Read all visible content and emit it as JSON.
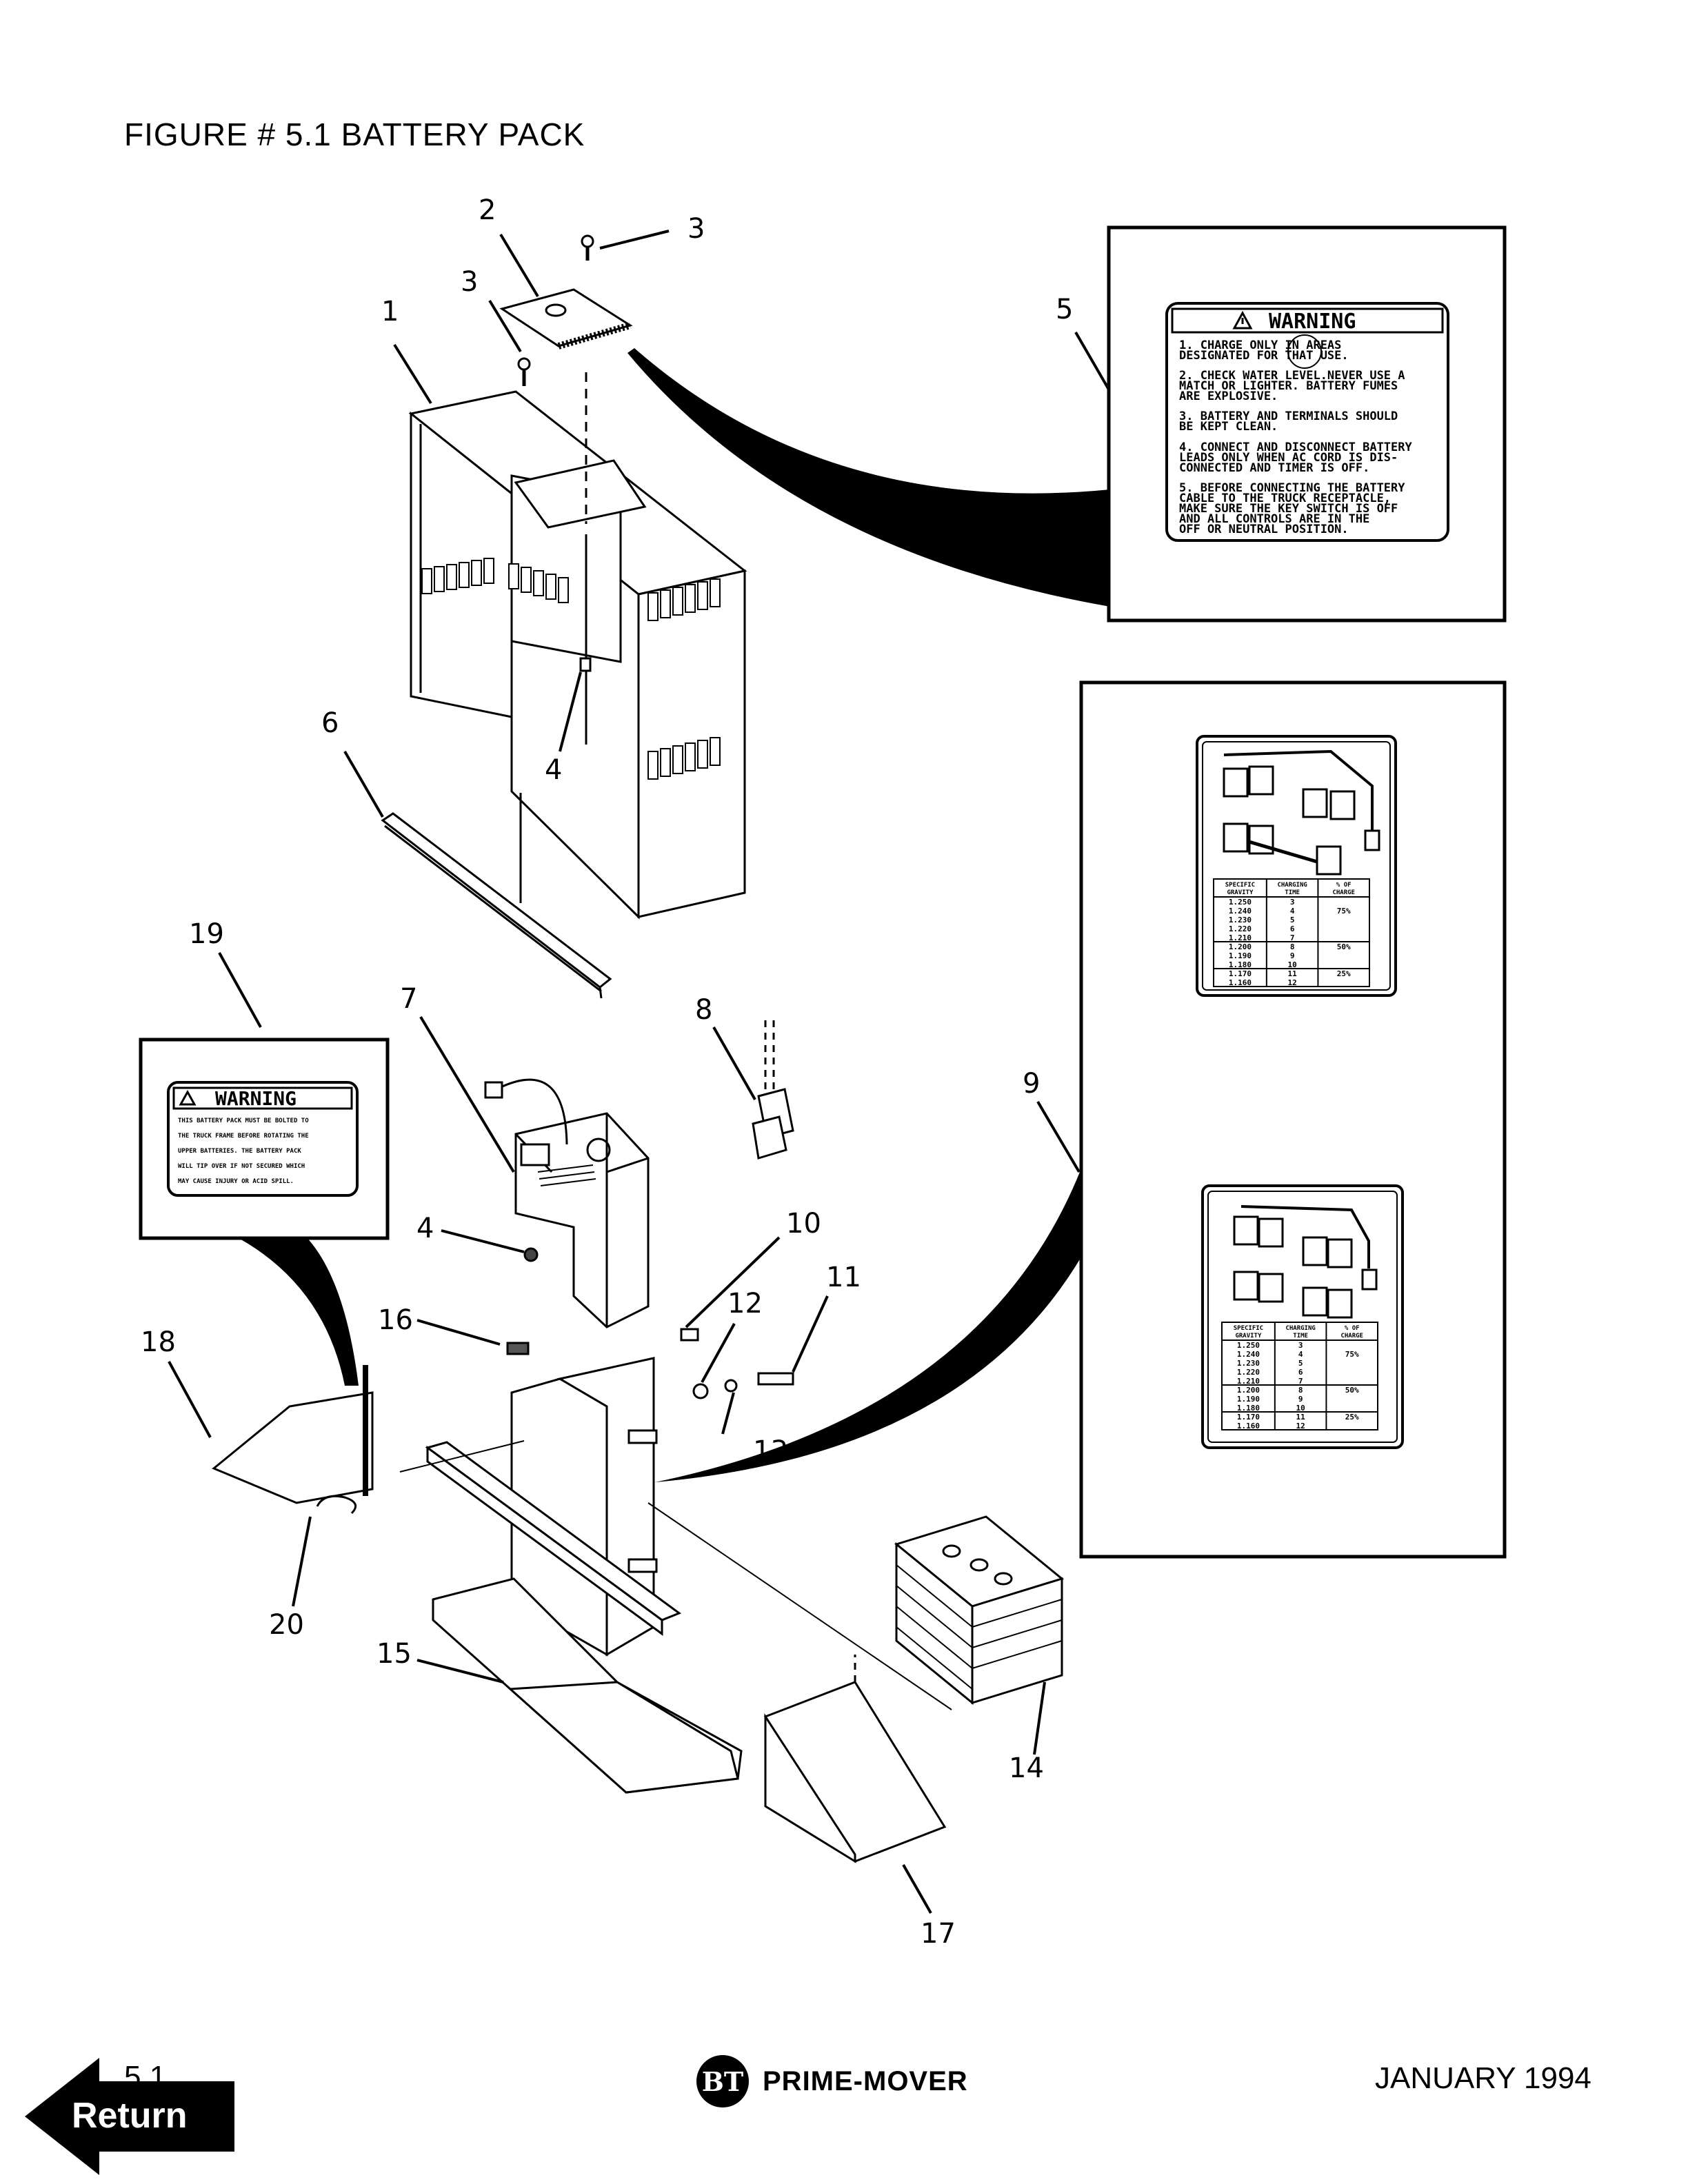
{
  "title": "FIGURE # 5.1  BATTERY PACK",
  "callouts": [
    "1",
    "2",
    "3",
    "3",
    "4",
    "4",
    "5",
    "6",
    "7",
    "8",
    "9",
    "10",
    "11",
    "12",
    "13",
    "14",
    "15",
    "16",
    "17",
    "18",
    "19",
    "20"
  ],
  "warning_main": {
    "heading": "WARNING",
    "lines": [
      "1. CHARGE ONLY       IN AREAS",
      "DESIGNATED FOR      THAT USE.",
      "2. CHECK WATER LEVEL.NEVER USE A",
      "MATCH OR LIGHTER. BATTERY FUMES",
      "ARE EXPLOSIVE.",
      "3. BATTERY AND TERMINALS SHOULD",
      "BE KEPT CLEAN.",
      "4. CONNECT AND DISCONNECT BATTERY",
      "LEADS ONLY WHEN AC CORD IS DIS-",
      "CONNECTED AND TIMER IS OFF.",
      "5. BEFORE CONNECTING THE BATTERY",
      "CABLE TO THE TRUCK RECEPTACLE,",
      "MAKE SURE THE KEY SWITCH IS OFF",
      "AND ALL CONTROLS ARE IN THE",
      "OFF OR NEUTRAL POSITION."
    ]
  },
  "warning_small": {
    "heading": "WARNING",
    "lines": [
      "THIS BATTERY PACK MUST BE BOLTED TO",
      "THE TRUCK FRAME BEFORE ROTATING THE",
      "UPPER BATTERIES.  THE BATTERY PACK",
      "WILL TIP OVER IF NOT SECURED WHICH",
      "MAY CAUSE INJURY OR ACID SPILL."
    ]
  },
  "charge_table": {
    "headers": [
      "SPECIFIC GRAVITY",
      "CHARGING TIME",
      "% OF CHARGE"
    ],
    "rows": [
      [
        "1.250",
        "3",
        ""
      ],
      [
        "1.240",
        "4",
        "75%"
      ],
      [
        "1.230",
        "5",
        ""
      ],
      [
        "1.220",
        "6",
        ""
      ],
      [
        "1.210",
        "7",
        ""
      ],
      [
        "1.200",
        "8",
        "50%"
      ],
      [
        "1.190",
        "9",
        ""
      ],
      [
        "1.180",
        "10",
        ""
      ],
      [
        "1.170",
        "11",
        "25%"
      ],
      [
        "1.160",
        "12",
        ""
      ]
    ]
  },
  "footer": {
    "page_number": "5.1",
    "return_label": "Return",
    "brand_mark": "BT",
    "brand_name": "PRIME-MOVER",
    "date": "JANUARY 1994"
  }
}
